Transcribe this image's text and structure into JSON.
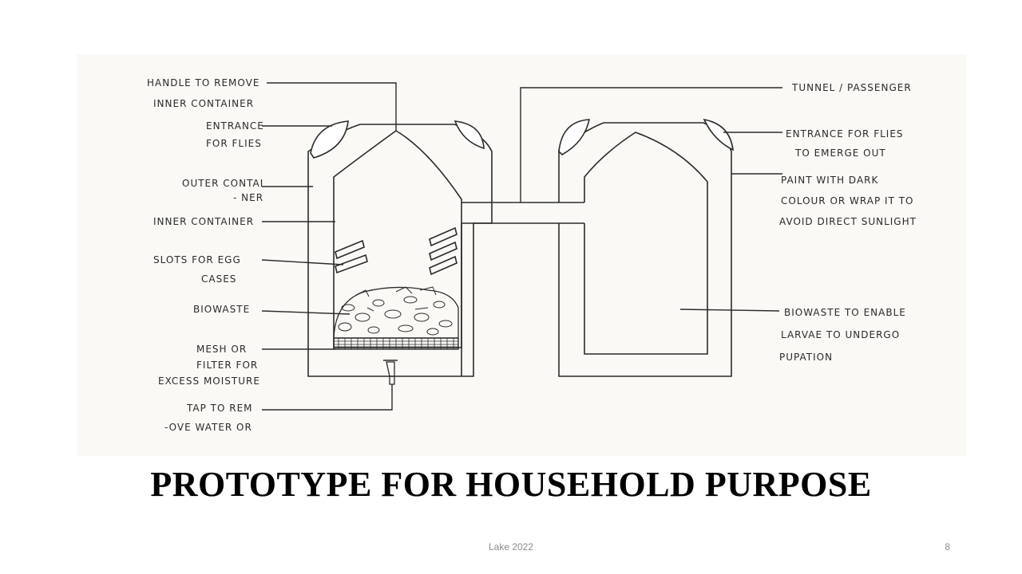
{
  "slide": {
    "title": "PROTOTYPE FOR HOUSEHOLD PURPOSE",
    "footer": "Lake 2022",
    "number": "8"
  },
  "diagram": {
    "labels_left": [
      "HANDLE TO REMOVE",
      "INNER CONTAINER",
      "ENTRANCE",
      "FOR FLIES",
      "OUTER CONTAI",
      "- NER",
      "INNER CONTAINER",
      "SLOTS FOR EGG",
      "CASES",
      "BIOWASTE",
      "MESH OR",
      "FILTER FOR",
      "EXCESS MOISTURE",
      "TAP TO REM",
      "-OVE WATER OR"
    ],
    "labels_right": [
      "TUNNEL / PASSENGER",
      "ENTRANCE FOR FLIES",
      "TO EMERGE OUT",
      "PAINT WITH DARK",
      "COLOUR OR WRAP IT TO",
      "AVOID DIRECT SUNLIGHT",
      "BIOWASTE TO ENABLE",
      "LARVAE TO UNDERGO",
      "PUPATION"
    ]
  },
  "colors": {
    "ink": "#2b2b2b",
    "paper": "#fbf9f5",
    "title": "#000000",
    "footer": "#8a8a8a"
  }
}
